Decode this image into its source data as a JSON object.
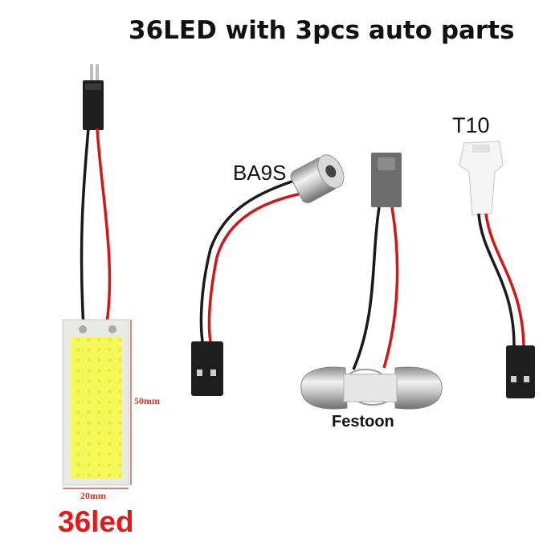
{
  "title": "36LED with 3pcs auto parts",
  "labels": {
    "ba9s": "BA9S",
    "t10": "T10",
    "festoon": "Festoon",
    "height_dim": "50mm",
    "width_dim": "20mm",
    "led_count": "36led"
  },
  "colors": {
    "panel_yellow": "#f4f95a",
    "wire_red": "#d01818",
    "wire_black": "#1a1a1a",
    "dimension_red": "#c0392b",
    "accent_red": "#e11b1b"
  }
}
